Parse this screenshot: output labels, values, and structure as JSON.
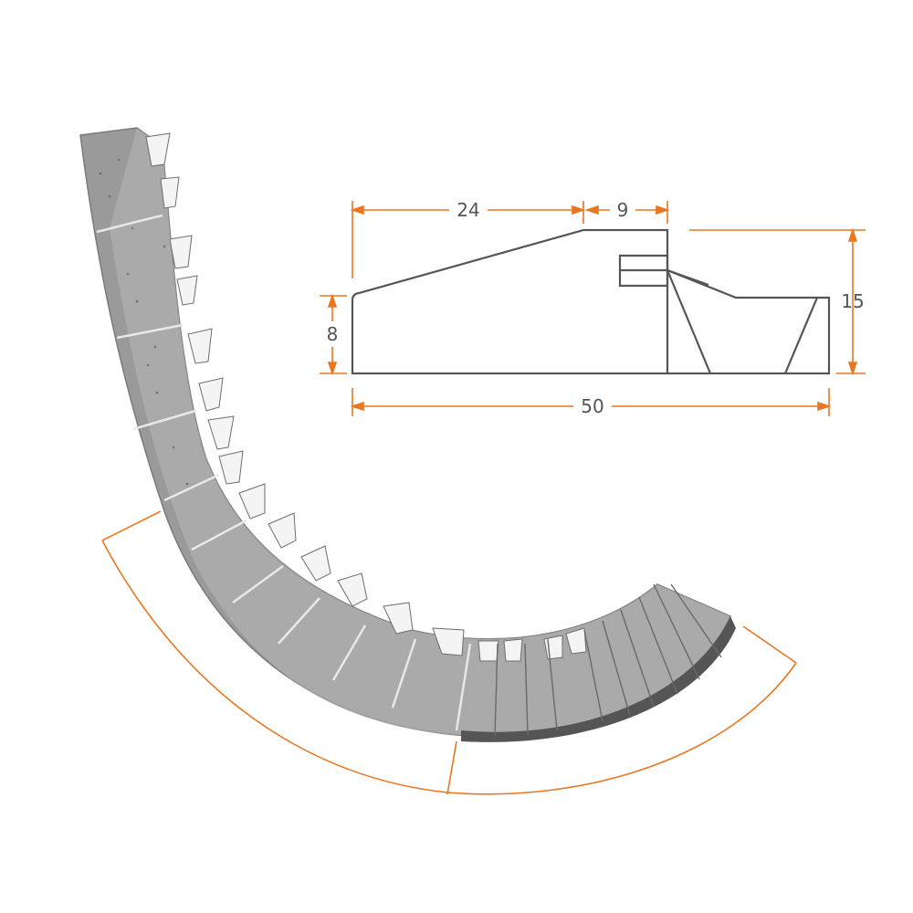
{
  "colors": {
    "background": "#ffffff",
    "dimension": "#e87722",
    "outline": "#555555",
    "body_gray": "#9a9a9a",
    "body_dark": "#7f7f7f",
    "body_light": "#b8b8b8",
    "body_shadow": "#555555",
    "groove_white": "#f4f4f4"
  },
  "profile_dimensions": {
    "top_left": "24",
    "top_right": "9",
    "left_height": "8",
    "right_height": "15",
    "overall_width": "50"
  },
  "icons": {
    "cable_protector": "curved-cable-protector",
    "profile": "cross-section-profile"
  }
}
